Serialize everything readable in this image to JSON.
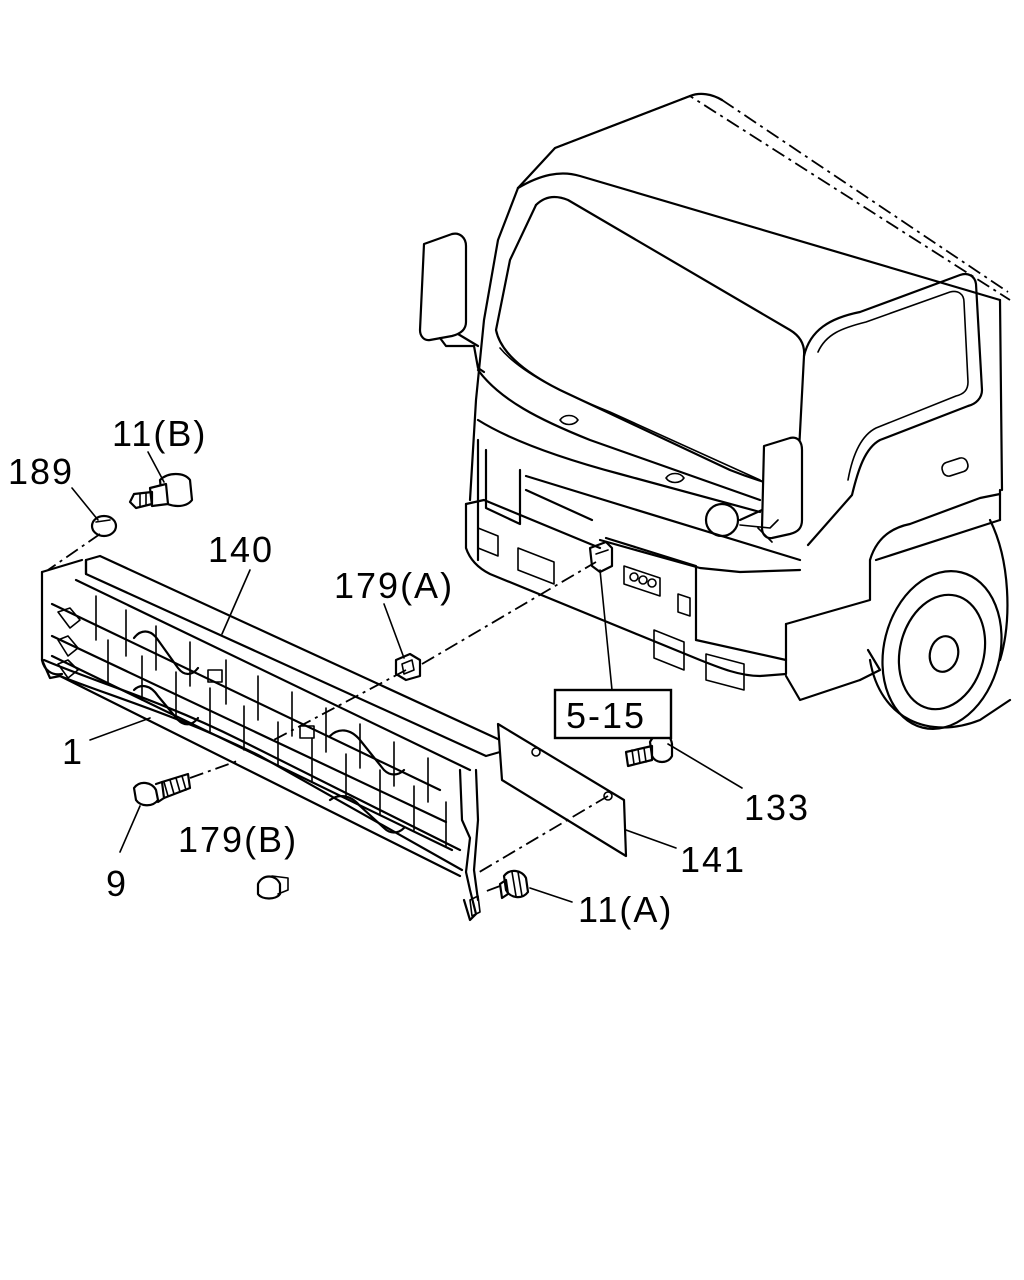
{
  "diagram": {
    "labels": {
      "p11b": "11(B)",
      "p189": "189",
      "p140": "140",
      "p179a": "179(A)",
      "p1": "1",
      "p515": "5-15",
      "p133": "133",
      "p179b": "179(B)",
      "p141": "141",
      "p9": "9",
      "p11a": "11(A)"
    }
  }
}
